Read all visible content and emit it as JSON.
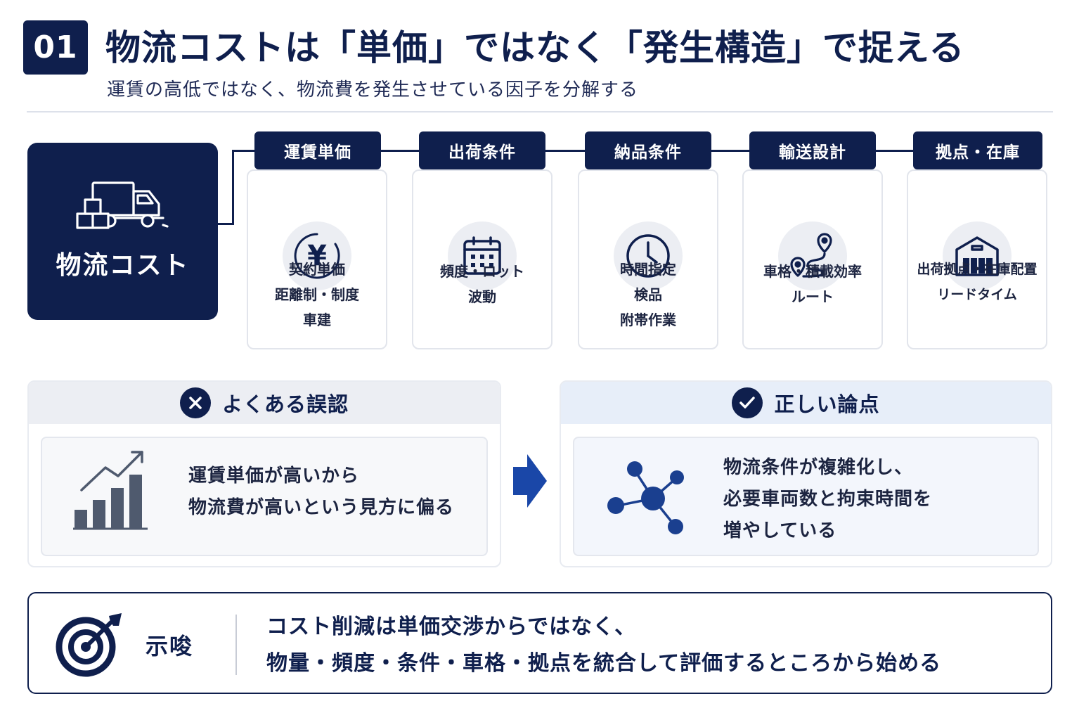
{
  "header": {
    "number": "01",
    "title": "物流コストは「単価」ではなく「発生構造」で捉える",
    "subtitle": "運賃の高低ではなく、物流費を発生させている因子を分解する"
  },
  "core": {
    "label": "物流コスト",
    "icon": "truck-boxes-icon"
  },
  "factors": [
    {
      "title": "運賃単価",
      "icon": "yen-icon",
      "lines": [
        "契約単価",
        "距離制・制度",
        "車建"
      ]
    },
    {
      "title": "出荷条件",
      "icon": "calendar-icon",
      "lines": [
        "頻度・ロット",
        "波動"
      ]
    },
    {
      "title": "納品条件",
      "icon": "clock-icon",
      "lines": [
        "時間指定",
        "検品",
        "附帯作業"
      ]
    },
    {
      "title": "輸送設計",
      "icon": "route-pin-icon",
      "lines": [
        "車格・積載効率",
        "ルート"
      ]
    },
    {
      "title": "拠点・在庫",
      "icon": "warehouse-icon",
      "lines": [
        "出荷拠点・在庫配置",
        "リードタイム"
      ]
    }
  ],
  "misconception": {
    "heading": "よくある誤認",
    "icon": "x-circle-icon",
    "lines": [
      "運賃単価が高いから",
      "物流費が高いという見方に偏る"
    ]
  },
  "correct": {
    "heading": "正しい論点",
    "icon": "check-circle-icon",
    "lines": [
      "物流条件が複雑化し、",
      "必要車両数と拘束時間を",
      "増やしている"
    ]
  },
  "implication": {
    "label": "示唆",
    "icon": "target-icon",
    "lines": [
      "コスト削減は単価交渉からではなく、",
      "物量・頻度・条件・車格・拠点を統合して評価するところから始める"
    ]
  },
  "colors": {
    "navy": "#0f1f4d",
    "accent_blue": "#1a47a8",
    "slate": "#4f5a6e",
    "light_gray": "#eceef3",
    "light_blue": "#e7eef9"
  }
}
